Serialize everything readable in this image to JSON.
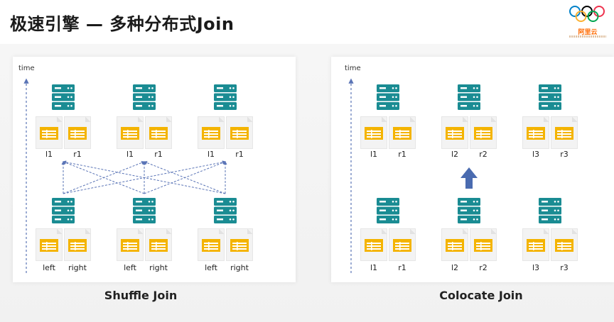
{
  "title": "极速引擎 — 多种分布式Join",
  "logo": {
    "brand_text": "阿里云"
  },
  "axis": {
    "time_label": "time"
  },
  "shuffle": {
    "caption": "Shuffle Join",
    "top_labels": [
      "l1",
      "r1",
      "l1",
      "r1",
      "l1",
      "r1"
    ],
    "bottom_labels": [
      "left",
      "right",
      "left",
      "right",
      "left",
      "right"
    ]
  },
  "colocate": {
    "caption": "Colocate Join",
    "top_labels": [
      "l1",
      "r1",
      "l2",
      "r2",
      "l3",
      "r3"
    ],
    "bottom_labels": [
      "l1",
      "r1",
      "l2",
      "r2",
      "l3",
      "r3"
    ]
  },
  "colors": {
    "server": "#1a8c93",
    "server_light": "#ffffff",
    "table": "#f4b400",
    "arrow": "#4a6bb0",
    "dashed": "#5a74b6"
  },
  "icons": [
    "server-icon",
    "table-icon",
    "arrow-up-icon",
    "time-axis-icon",
    "olympic-rings-icon"
  ]
}
